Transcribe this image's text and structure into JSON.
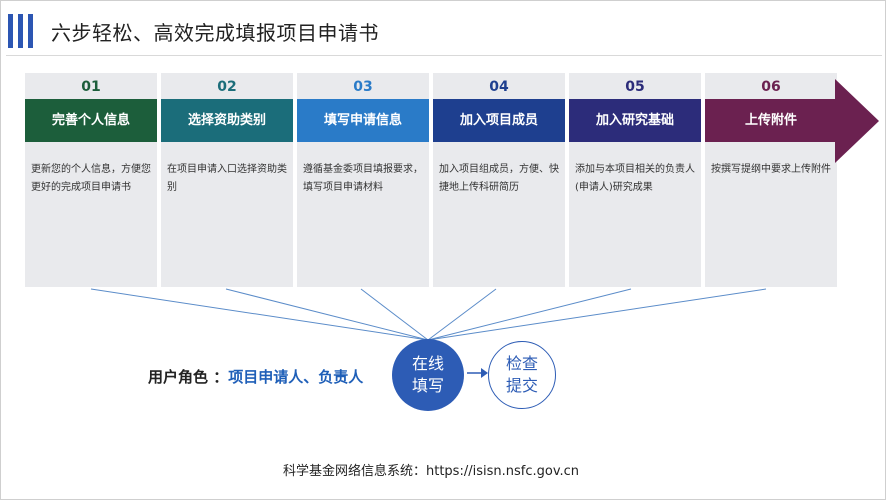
{
  "header": {
    "title": "六步轻松、高效完成填报项目申请书"
  },
  "steps": [
    {
      "num": "01",
      "label": "完善个人信息",
      "desc": "更新您的个人信息，方便您更好的完成项目申请书",
      "color": "#1c5e3b",
      "num_color": "#1c5e3b"
    },
    {
      "num": "02",
      "label": "选择资助类别",
      "desc": "在项目申请入口选择资助类别",
      "color": "#1b6d7a",
      "num_color": "#1b6d7a"
    },
    {
      "num": "03",
      "label": "填写申请信息",
      "desc": "遵循基金委项目填报要求，填写项目申请材料",
      "color": "#2a7bc8",
      "num_color": "#2a7bc8"
    },
    {
      "num": "04",
      "label": "加入项目成员",
      "desc": "加入项目组成员，方便、快捷地上传科研简历",
      "color": "#1e3f8f",
      "num_color": "#1e3f8f"
    },
    {
      "num": "05",
      "label": "加入研究基础",
      "desc": "添加与本项目相关的负责人(申请人)研究成果",
      "color": "#2c2c7a",
      "num_color": "#2c2c7a"
    },
    {
      "num": "06",
      "label": "上传附件",
      "desc": "按撰写提纲中要求上传附件",
      "color": "#6b2150",
      "num_color": "#6b2150"
    }
  ],
  "role": {
    "label": "用户角色 ：",
    "value": "项目申请人、负责人"
  },
  "flow": {
    "primary": "在线填写",
    "secondary": "检查提交"
  },
  "footer": {
    "text": "科学基金网络信息系统：https://isisn.nsfc.gov.cn"
  },
  "colors": {
    "accent": "#2d5cb5",
    "card_bg": "#e9eaed"
  }
}
